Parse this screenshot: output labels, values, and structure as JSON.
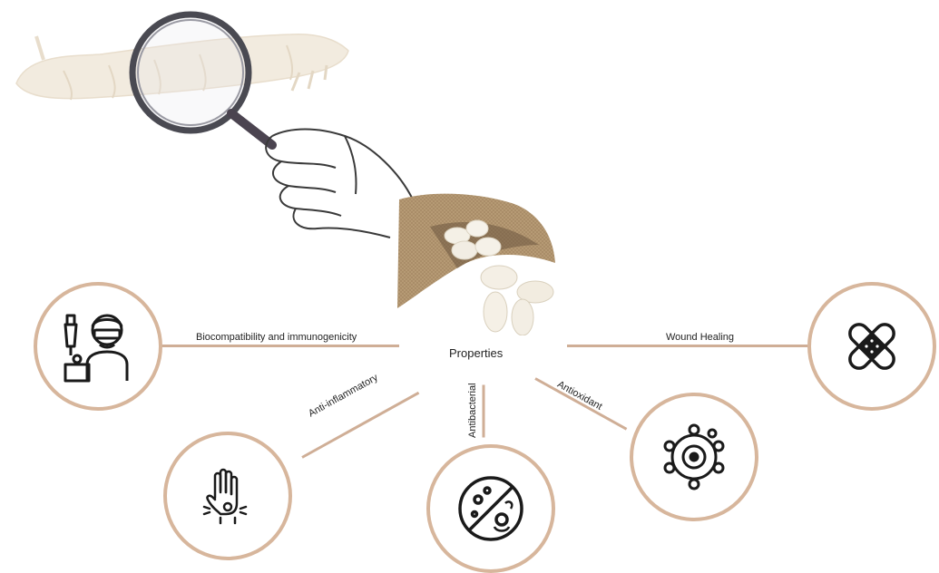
{
  "center": {
    "label": "Properties"
  },
  "properties": [
    {
      "id": "bio",
      "label": "Biocompatibility and immunogenicity",
      "icon": "scientist-icon"
    },
    {
      "id": "wound",
      "label": "Wound Healing",
      "icon": "bandage-icon"
    },
    {
      "id": "inflam",
      "label": "Anti-inflammatory",
      "icon": "inflamed-hand-icon"
    },
    {
      "id": "bact",
      "label": "Antibacterial",
      "icon": "no-bacteria-icon"
    },
    {
      "id": "oxid",
      "label": "Antioxidant",
      "icon": "molecule-icon"
    }
  ],
  "colors": {
    "ring": "#d7b69c",
    "connector": "#cfae96",
    "icon": "#1a1a1a"
  }
}
